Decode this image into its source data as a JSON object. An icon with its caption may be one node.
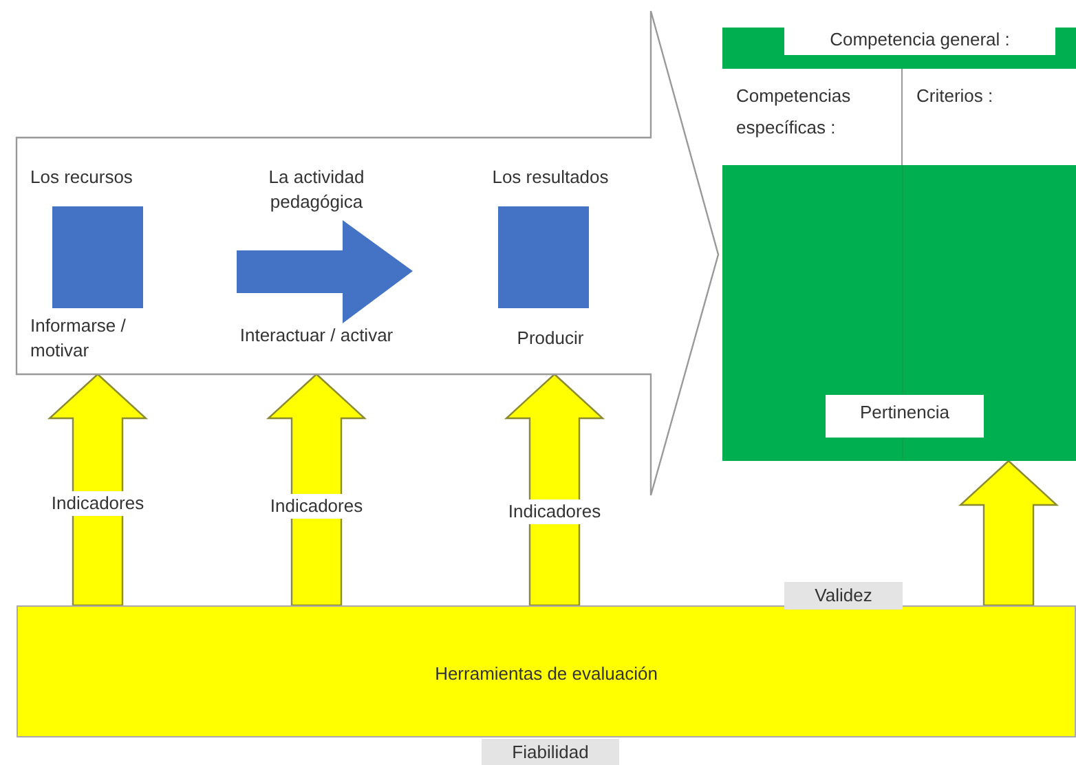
{
  "diagram": {
    "nodes": [
      {
        "text": [],
        "shape": "arrow"
      },
      {
        "text": [
          "Los recursos",
          "Informarse / motivar"
        ],
        "in": 0
      },
      {
        "text": [
          "La actividad pedagógica",
          "Interactuar / activar"
        ],
        "in": 0
      },
      {
        "text": [
          "Los resultados",
          "Producir"
        ],
        "in": 0
      },
      {
        "text": [],
        "shape": "box"
      },
      {
        "text": [
          "Competencia general :"
        ],
        "in": 4
      },
      {
        "text": [
          "Competencias específicas :"
        ],
        "in": 4
      },
      {
        "text": [
          "Criterios :"
        ],
        "in": 4
      },
      {
        "text": [
          "Pertinencia"
        ],
        "in": 4
      },
      {
        "text": [
          "Herramientas de evaluación"
        ],
        "beside": [
          "Validez",
          "Fiabilidad"
        ]
      }
    ],
    "edges": [
      {
        "from": 9,
        "to": 1,
        "arrow": "to",
        "label": "Indicadores"
      },
      {
        "from": 9,
        "to": 2,
        "arrow": "to",
        "label": "Indicadores"
      },
      {
        "from": 9,
        "to": 3,
        "arrow": "to",
        "label": "Indicadores"
      },
      {
        "from": 9,
        "to": 4,
        "arrow": "to"
      }
    ]
  }
}
